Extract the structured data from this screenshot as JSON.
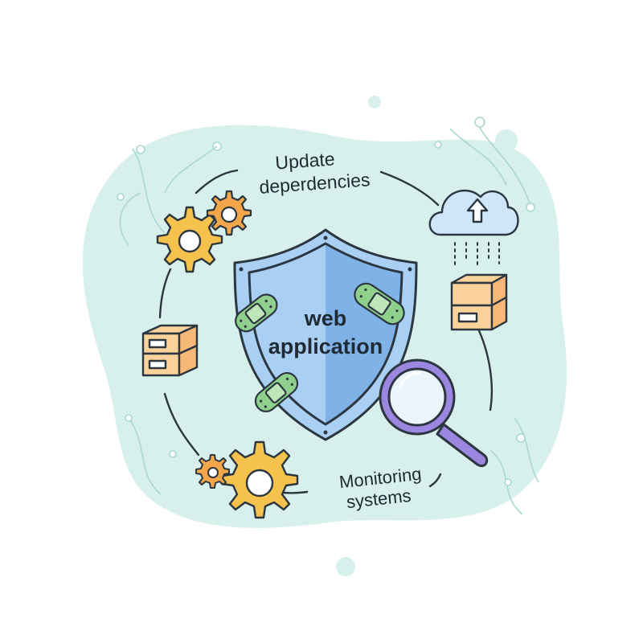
{
  "labels": {
    "top_line1": "Update",
    "top_line2": "deperdencies",
    "center_line1": "web",
    "center_line2": "application",
    "bottom_line1": "Monitoring",
    "bottom_line2": "systems"
  },
  "colors": {
    "blob": "#d7f0ec",
    "outline": "#2b3640",
    "shield_light": "#a9cff3",
    "shield_dark": "#7fb2e6",
    "gear": "#f6c24e",
    "gear_small": "#f3a64a",
    "box": "#fbd39a",
    "bandage": "#8fd08c",
    "magnifier_ring": "#9b87e0",
    "magnifier_lens": "#eaf6fb",
    "cloud": "#cfe6fa"
  },
  "icons": [
    "gear-icon",
    "server-box-icon",
    "cloud-upload-icon",
    "shield-icon",
    "bandage-icon",
    "magnifier-icon"
  ]
}
